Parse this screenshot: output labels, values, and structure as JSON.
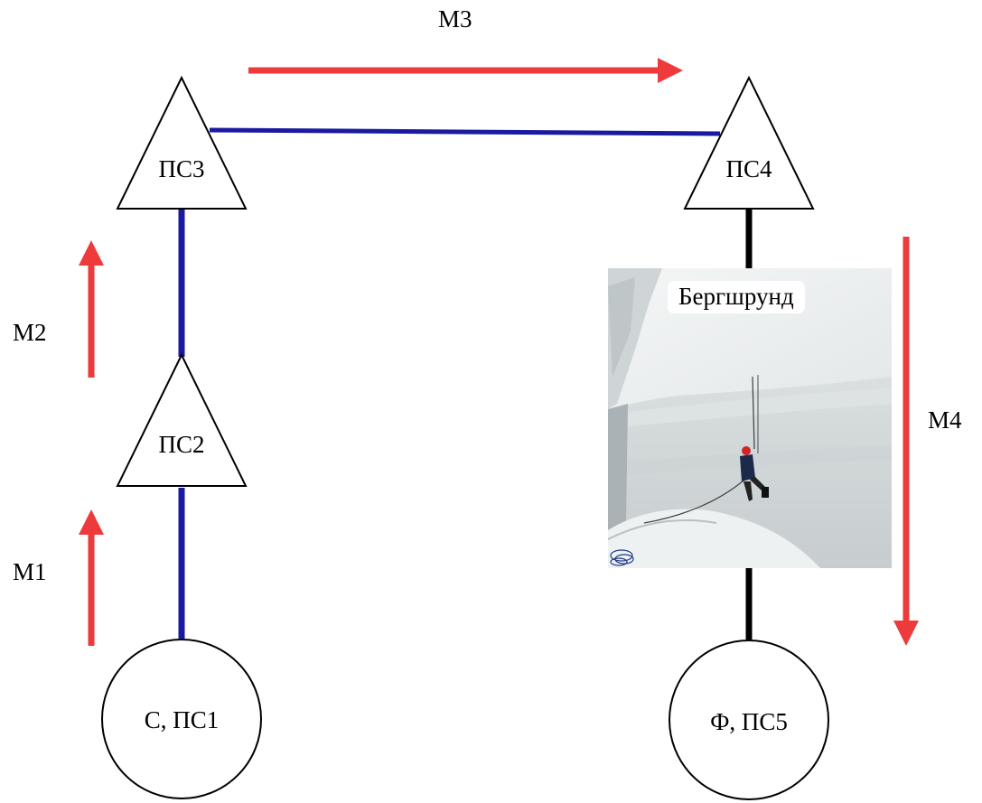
{
  "nodes": {
    "start": "С, ПС1",
    "ps2": "ПС2",
    "ps3": "ПС3",
    "ps4": "ПС4",
    "finish": "Ф, ПС5"
  },
  "moves": {
    "m1": "М1",
    "m2": "М2",
    "m3": "М3",
    "m4": "М4"
  },
  "photo": {
    "caption": "Бергшрунд"
  },
  "colors": {
    "route_blue": "#1a1aa0",
    "route_black": "#000000",
    "arrow_red": "#ee3a3a"
  }
}
